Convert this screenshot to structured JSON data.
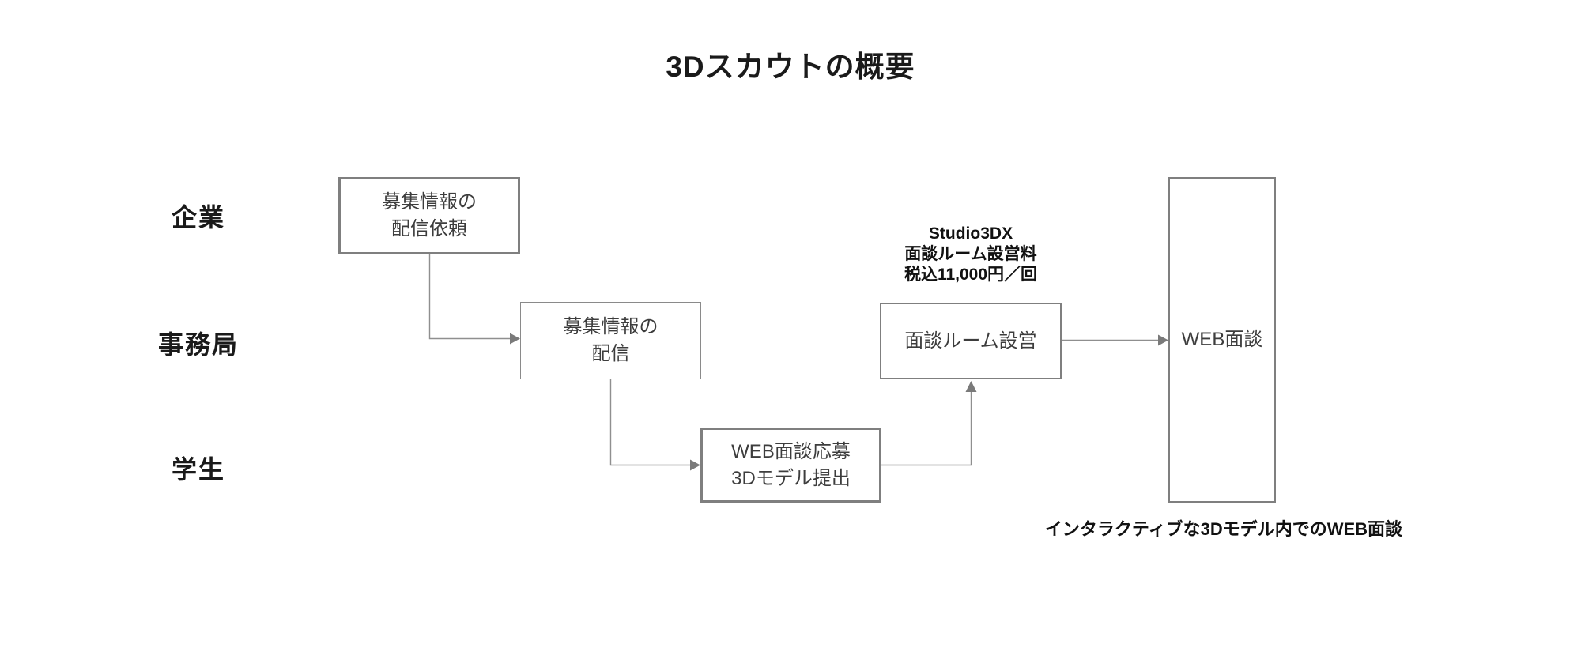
{
  "title": "3Dスカウトの概要",
  "row_labels": {
    "company": "企業",
    "office": "事務局",
    "student": "学生"
  },
  "boxes": {
    "request": {
      "line1": "募集情報の",
      "line2": "配信依頼"
    },
    "distribute": {
      "line1": "募集情報の",
      "line2": "配信"
    },
    "apply": {
      "line1": "WEB面談応募",
      "line2": "3Dモデル提出"
    },
    "setup": {
      "line1": "面談ルーム設営"
    },
    "web_interview": {
      "line1": "WEB面談"
    }
  },
  "annotations": {
    "setup_fee": {
      "line1": "Studio3DX",
      "line2": "面談ルーム設営料",
      "line3": "税込11,000円／回"
    },
    "interview_note": "インタラクティブな3Dモデル内でのWEB面談"
  },
  "colors": {
    "background": "#ffffff",
    "box_border": "#7f7f7f",
    "connector_line": "#8f8f8f",
    "arrowhead": "#7a7a7a",
    "box_text": "#3d3d3d",
    "heading_text": "#111111"
  }
}
